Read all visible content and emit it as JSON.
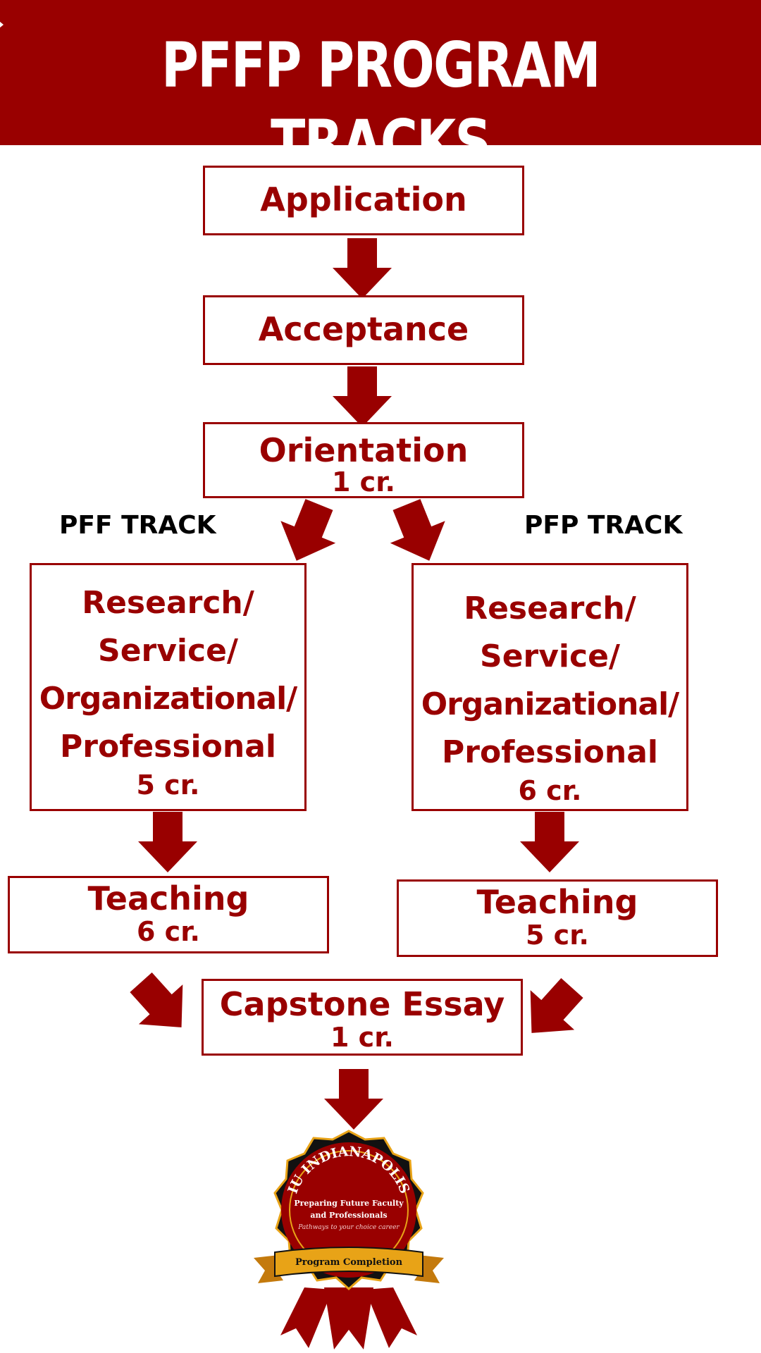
{
  "header": {
    "title": "PFFP PROGRAM TRACKS"
  },
  "flow": {
    "application": {
      "title": "Application"
    },
    "acceptance": {
      "title": "Acceptance"
    },
    "orientation": {
      "title": "Orientation",
      "credit": "1 cr."
    },
    "capstone": {
      "title": "Capstone Essay",
      "credit": "1 cr."
    }
  },
  "tracks": {
    "pff": {
      "label": "PFF TRACK",
      "research": {
        "lines": [
          "Research/",
          "Service/",
          "Organizational/",
          "Professional"
        ],
        "credit": "5 cr."
      },
      "teaching": {
        "title": "Teaching",
        "credit": "6 cr."
      }
    },
    "pfp": {
      "label": "PFP TRACK",
      "research": {
        "lines": [
          "Research/",
          "Service/",
          "Organizational/",
          "Professional"
        ],
        "credit": "6 cr."
      },
      "teaching": {
        "title": "Teaching",
        "credit": "5 cr."
      }
    }
  },
  "badge": {
    "arc_text": "IU INDIANAPOLIS",
    "line1": "Preparing Future Faculty",
    "line2": "and Professionals",
    "tagline": "Pathways to your choice career",
    "ribbon": "Program Completion"
  },
  "colors": {
    "primary": "#990000",
    "gold": "#e8a317",
    "black": "#111111"
  }
}
